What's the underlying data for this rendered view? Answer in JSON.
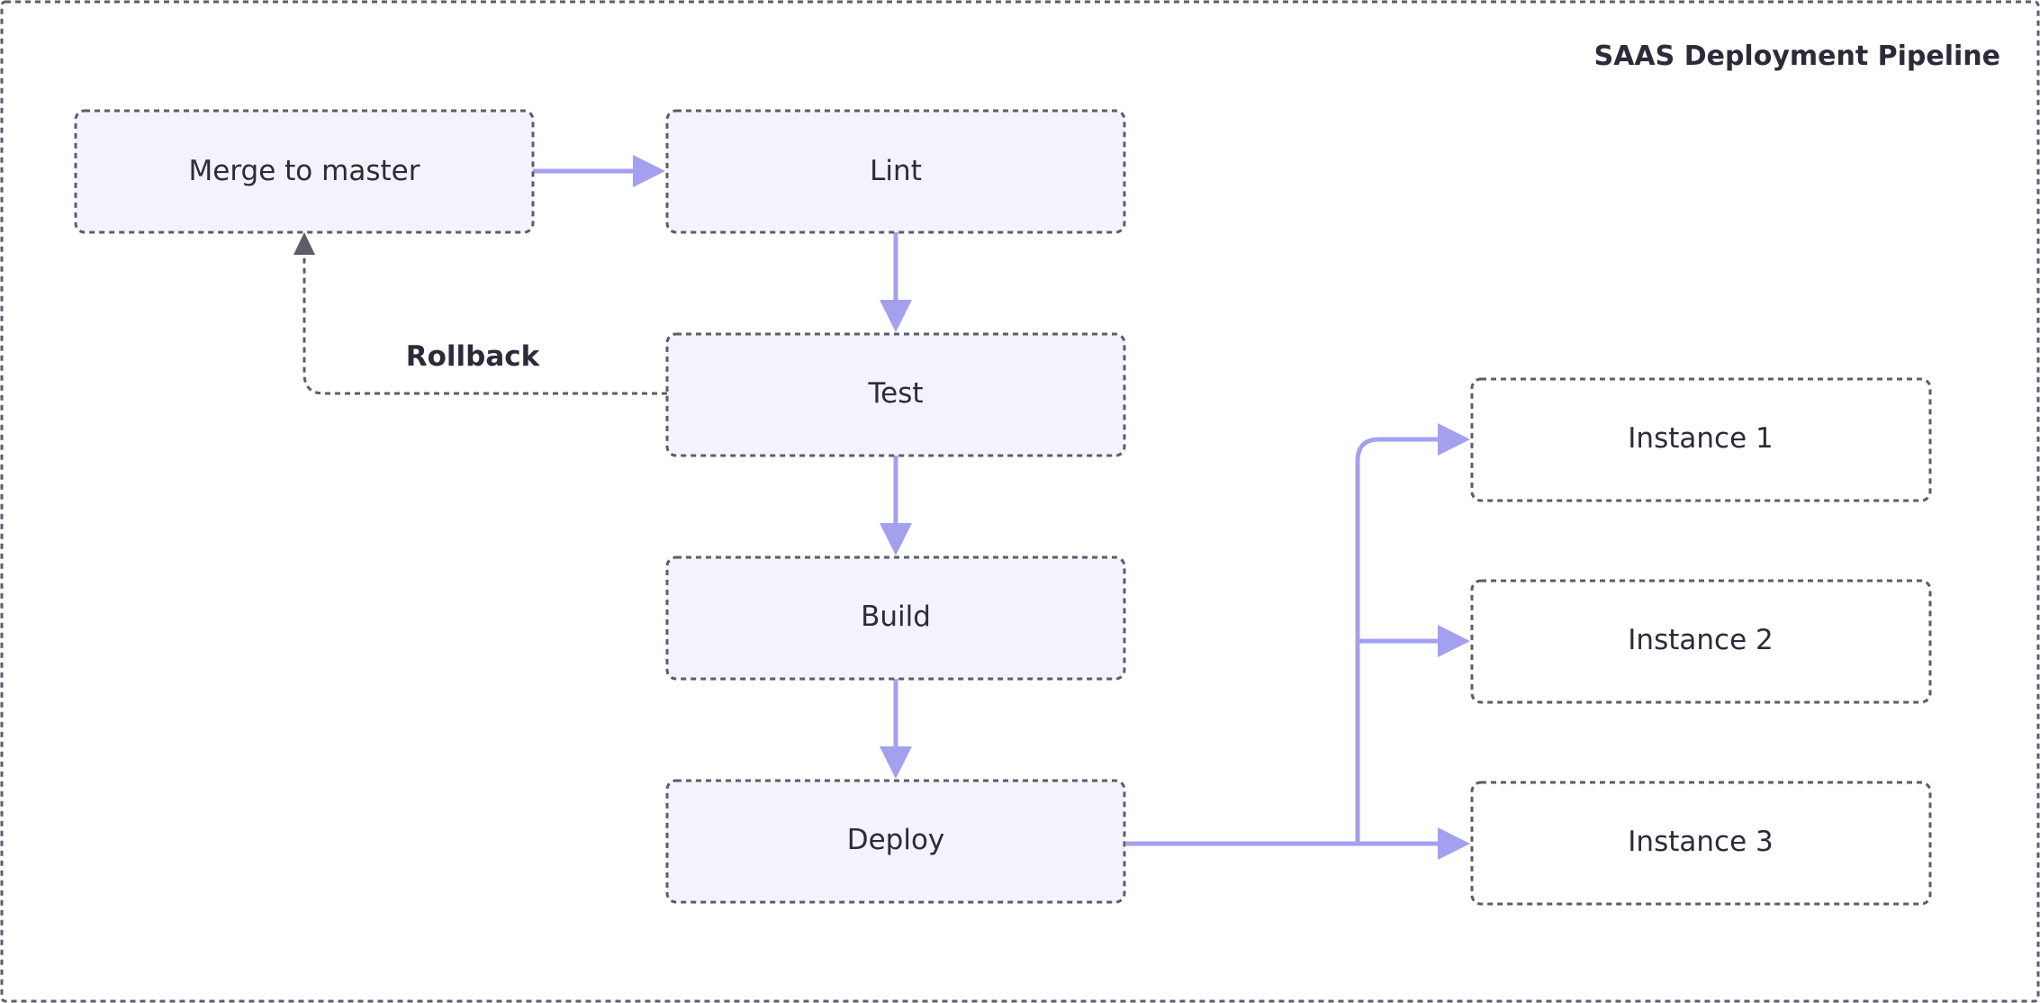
{
  "diagram": {
    "title": "SAAS Deployment Pipeline",
    "nodes": [
      {
        "id": "merge",
        "label": "Merge to master"
      },
      {
        "id": "lint",
        "label": "Lint"
      },
      {
        "id": "test",
        "label": "Test"
      },
      {
        "id": "build",
        "label": "Build"
      },
      {
        "id": "deploy",
        "label": "Deploy"
      },
      {
        "id": "inst1",
        "label": "Instance 1"
      },
      {
        "id": "inst2",
        "label": "Instance 2"
      },
      {
        "id": "inst3",
        "label": "Instance 3"
      }
    ],
    "edges": [
      {
        "from": "merge",
        "to": "lint",
        "label": ""
      },
      {
        "from": "lint",
        "to": "test",
        "label": ""
      },
      {
        "from": "test",
        "to": "build",
        "label": ""
      },
      {
        "from": "build",
        "to": "deploy",
        "label": ""
      },
      {
        "from": "deploy",
        "to": "inst1",
        "label": ""
      },
      {
        "from": "deploy",
        "to": "inst2",
        "label": ""
      },
      {
        "from": "deploy",
        "to": "inst3",
        "label": ""
      },
      {
        "from": "test",
        "to": "merge",
        "label": "Rollback",
        "style": "dashed"
      }
    ],
    "colors": {
      "flow": "#a3a1ef",
      "rollback": "#5c5c6a",
      "node_fill": "#f3f3fc",
      "border": "#5c5c6a"
    }
  }
}
